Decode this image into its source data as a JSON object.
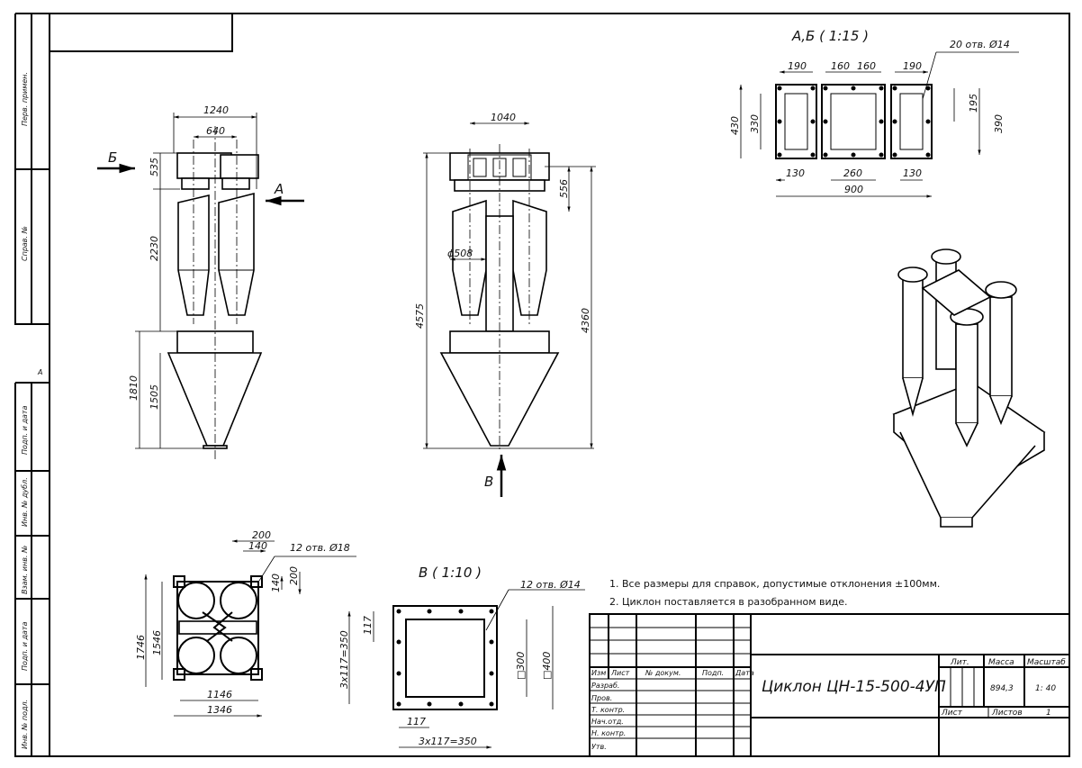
{
  "side_strip": {
    "perv_primen": "Перв. примен.",
    "sprav_no": "Справ. №",
    "format_mark": "А",
    "podp_data_1": "Подп. и дата",
    "inv_dubl": "Инв. № дубл.",
    "vzam_inv": "Взам. инв. №",
    "podp_data_2": "Подп. и дата",
    "inv_podl": "Инв. № подл."
  },
  "front_view": {
    "dim_1240": "1240",
    "dim_640": "640",
    "dim_535": "535",
    "dim_2230": "2230",
    "dim_1810": "1810",
    "dim_1505": "1505",
    "arrow_b": "Б",
    "arrow_a": "А"
  },
  "side_view": {
    "dim_1040": "1040",
    "dim_556": "556",
    "dim_508": "ϕ508",
    "dim_4575": "4575",
    "dim_4360": "4360",
    "arrow_v": "В"
  },
  "view_ab": {
    "title": "А,Б ( 1:15 )",
    "holes": "20 отв. Ø14",
    "d190a": "190",
    "d160a": "160",
    "d160b": "160",
    "d190b": "190",
    "d430": "430",
    "d330": "330",
    "d195": "195",
    "d390": "390",
    "d130a": "130",
    "d260": "260",
    "d130b": "130",
    "d900": "900"
  },
  "plan_view": {
    "d200": "200",
    "d140": "140",
    "holes": "12 отв. Ø18",
    "d140v": "140",
    "d200v": "200",
    "d1746": "1746",
    "d1546": "1546",
    "d1146": "1146",
    "d1346": "1346"
  },
  "view_v": {
    "title": "В ( 1:10 )",
    "holes": "12 отв. Ø14",
    "d117v": "117",
    "d350v": "3x117=350",
    "d300": "□300",
    "d400": "□400",
    "d117h": "117",
    "d350h": "3x117=350"
  },
  "notes": [
    "1. Все размеры для справок, допустимые отклонения ±100мм.",
    "2. Циклон поставляется в разобранном виде."
  ],
  "title_block": {
    "headers": [
      "Изм",
      "Лист",
      "№ докум.",
      "Подп.",
      "Дата"
    ],
    "roles": [
      "Разраб.",
      "Пров.",
      "Т. контр.",
      "Нач.отд.",
      "Н. контр.",
      "Утв."
    ],
    "name": "Циклон ЦН-15-500-4УП",
    "lit_label": "Лит.",
    "mass_label": "Масса",
    "scale_label": "Масштаб",
    "mass_value": "894,3",
    "scale_value": "1: 40",
    "sheet_label": "Лист",
    "sheets_label": "Листов",
    "sheets_value": "1"
  }
}
